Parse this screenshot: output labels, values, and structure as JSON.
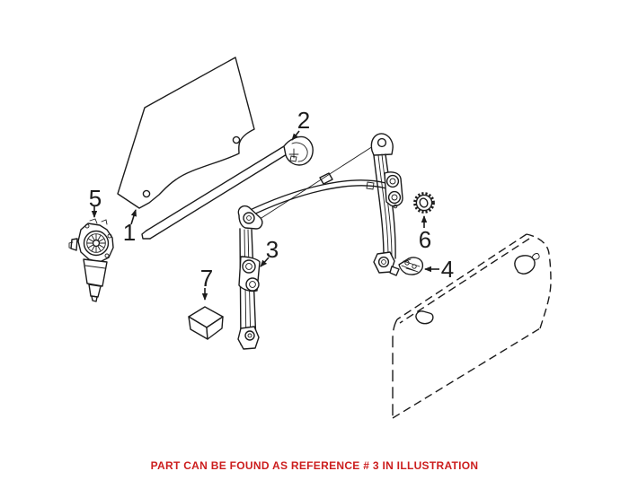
{
  "colors": {
    "line": "#1c1c1c",
    "caption_red": "#cc1e1e",
    "background": "#ffffff"
  },
  "callouts": [
    {
      "ref": "1"
    },
    {
      "ref": "2"
    },
    {
      "ref": "3"
    },
    {
      "ref": "4"
    },
    {
      "ref": "5"
    },
    {
      "ref": "6"
    },
    {
      "ref": "7"
    }
  ],
  "caption": {
    "text": "PART CAN BE FOUND AS REFERENCE # 3 IN ILLUSTRATION"
  }
}
